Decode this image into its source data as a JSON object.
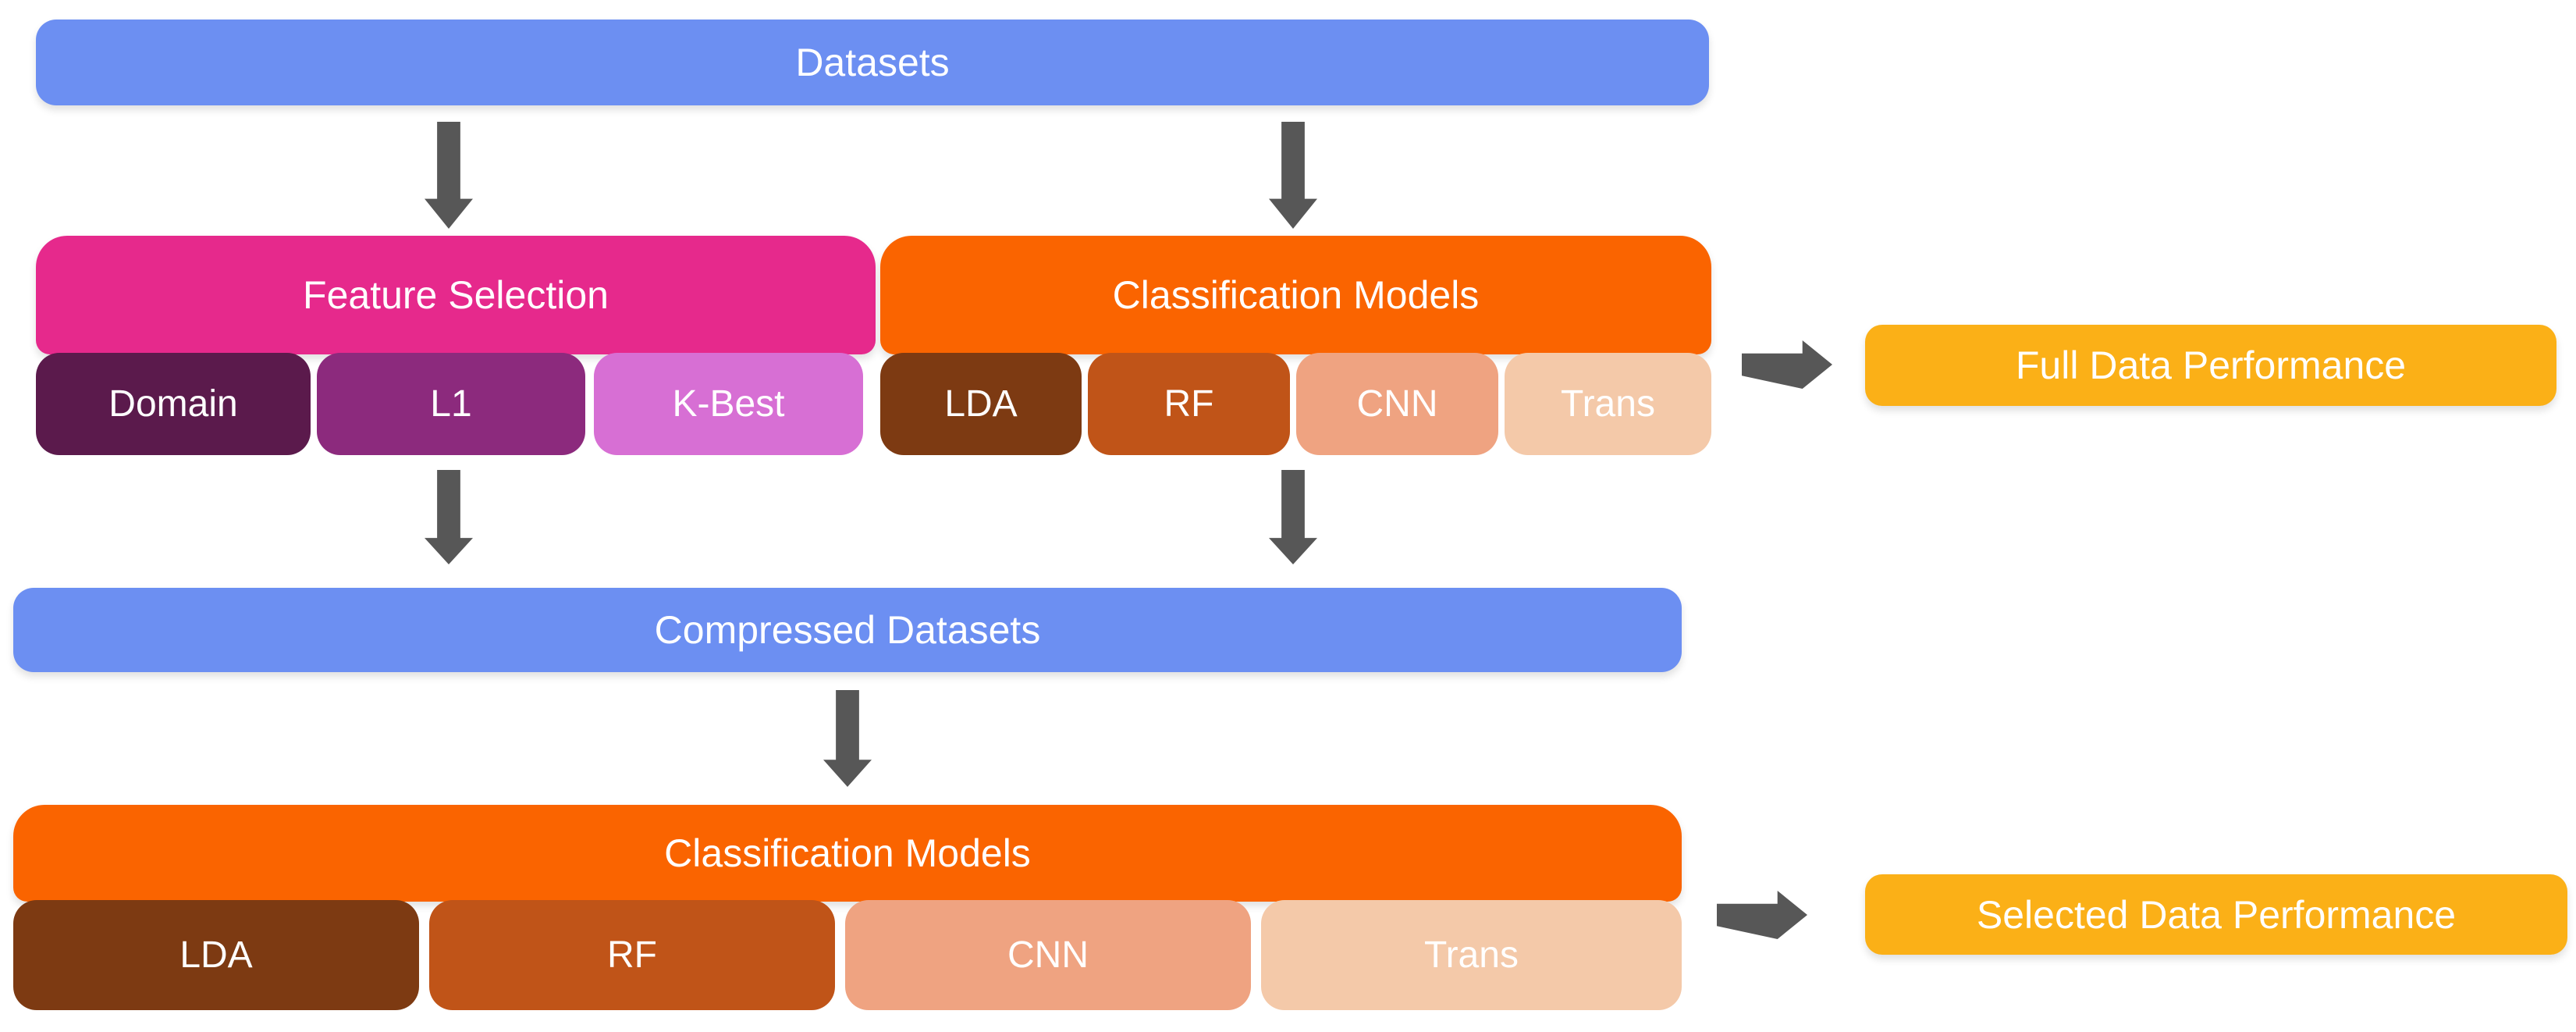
{
  "palette": {
    "node_blue": "#6C8FF2",
    "feature_selection_magenta": "#E6298C",
    "method_plum": "#5B1A4C",
    "method_purple": "#8C2A7D",
    "method_orchid": "#D76FD4",
    "classification_orange": "#FA6400",
    "model_brown": "#7D3A12",
    "model_chocolate": "#C05418",
    "model_salmon": "#EFA381",
    "model_peach": "#F4C9A9",
    "performance_amber": "#FBB017",
    "arrow_gray": "#575757",
    "text_white": "#FFFFFF"
  },
  "nodes": {
    "datasets": {
      "label": "Datasets"
    },
    "feature_selection": {
      "title": "Feature Selection",
      "methods": [
        {
          "label": "Domain"
        },
        {
          "label": "L1"
        },
        {
          "label": "K-Best"
        }
      ]
    },
    "classification_full": {
      "title": "Classification Models",
      "models": [
        {
          "label": "LDA"
        },
        {
          "label": "RF"
        },
        {
          "label": "CNN"
        },
        {
          "label": "Trans"
        }
      ]
    },
    "full_data_performance": {
      "label": "Full Data Performance"
    },
    "compressed_datasets": {
      "label": "Compressed Datasets"
    },
    "classification_selected": {
      "title": "Classification Models",
      "models": [
        {
          "label": "LDA"
        },
        {
          "label": "RF"
        },
        {
          "label": "CNN"
        },
        {
          "label": "Trans"
        }
      ]
    },
    "selected_data_performance": {
      "label": "Selected Data Performance"
    }
  }
}
